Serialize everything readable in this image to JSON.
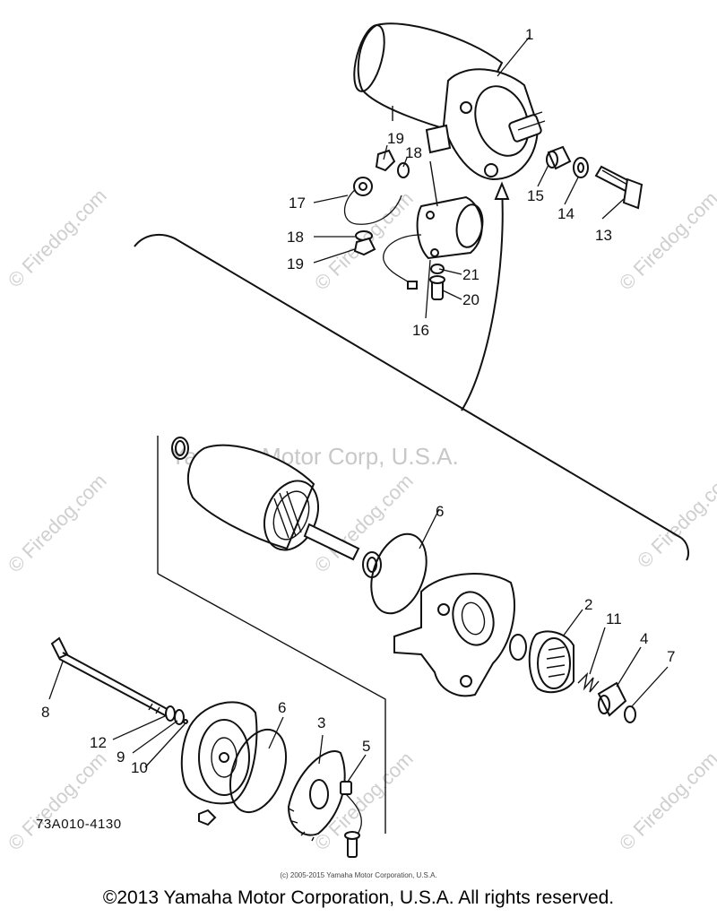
{
  "callouts": [
    "1",
    "2",
    "3",
    "4",
    "5",
    "6",
    "6",
    "7",
    "8",
    "9",
    "10",
    "11",
    "12",
    "13",
    "14",
    "15",
    "16",
    "17",
    "18",
    "18",
    "19",
    "19",
    "20",
    "21"
  ],
  "diagram_code": "73A010-4130",
  "watermark_center": "Yamaha Motor Corp, U.S.A.",
  "watermark_site": "© Firedog.com",
  "small_copyright": "(c) 2005-2015 Yamaha Motor Corporation, U.S.A.",
  "footer_copyright": "©2013 Yamaha Motor Corporation, U.S.A. All rights reserved.",
  "colors": {
    "line": "#111111",
    "watermark": "#cccccc",
    "background": "#ffffff"
  }
}
